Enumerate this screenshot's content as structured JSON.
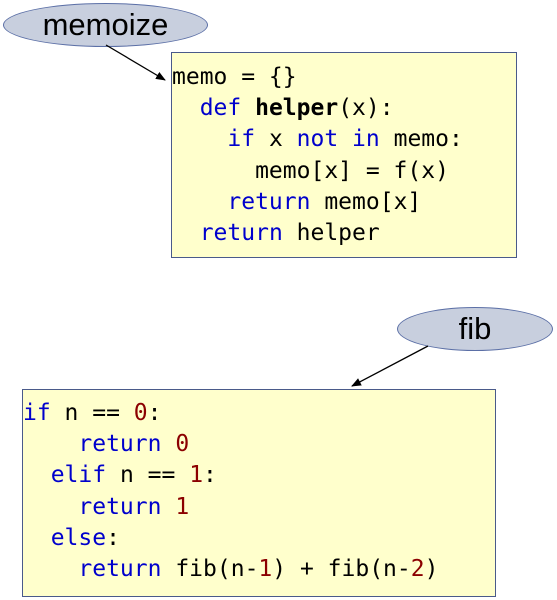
{
  "labels": {
    "memoize": "memoize",
    "fib": "fib"
  },
  "memoize_code": [
    [
      {
        "t": "memo = {}",
        "c": "plain"
      }
    ],
    [
      {
        "t": "  ",
        "c": "plain"
      },
      {
        "t": "def",
        "c": "kw"
      },
      {
        "t": " ",
        "c": "plain"
      },
      {
        "t": "helper",
        "c": "bold"
      },
      {
        "t": "(x):",
        "c": "plain"
      }
    ],
    [
      {
        "t": "    ",
        "c": "plain"
      },
      {
        "t": "if",
        "c": "kw"
      },
      {
        "t": " x ",
        "c": "plain"
      },
      {
        "t": "not",
        "c": "kw"
      },
      {
        "t": " ",
        "c": "plain"
      },
      {
        "t": "in",
        "c": "kw"
      },
      {
        "t": " memo:",
        "c": "plain"
      }
    ],
    [
      {
        "t": "      memo[x] = f(x)",
        "c": "plain"
      }
    ],
    [
      {
        "t": "    ",
        "c": "plain"
      },
      {
        "t": "return",
        "c": "kw"
      },
      {
        "t": " memo[x]",
        "c": "plain"
      }
    ],
    [
      {
        "t": "  ",
        "c": "plain"
      },
      {
        "t": "return",
        "c": "kw"
      },
      {
        "t": " helper",
        "c": "plain"
      }
    ]
  ],
  "fib_code": [
    [
      {
        "t": "if",
        "c": "kw"
      },
      {
        "t": " n == ",
        "c": "plain"
      },
      {
        "t": "0",
        "c": "num"
      },
      {
        "t": ":",
        "c": "plain"
      }
    ],
    [
      {
        "t": "    ",
        "c": "plain"
      },
      {
        "t": "return",
        "c": "kw"
      },
      {
        "t": " ",
        "c": "plain"
      },
      {
        "t": "0",
        "c": "num"
      }
    ],
    [
      {
        "t": "  ",
        "c": "plain"
      },
      {
        "t": "elif",
        "c": "kw"
      },
      {
        "t": " n == ",
        "c": "plain"
      },
      {
        "t": "1",
        "c": "num"
      },
      {
        "t": ":",
        "c": "plain"
      }
    ],
    [
      {
        "t": "    ",
        "c": "plain"
      },
      {
        "t": "return",
        "c": "kw"
      },
      {
        "t": " ",
        "c": "plain"
      },
      {
        "t": "1",
        "c": "num"
      }
    ],
    [
      {
        "t": "  ",
        "c": "plain"
      },
      {
        "t": "else",
        "c": "kw"
      },
      {
        "t": ":",
        "c": "plain"
      }
    ],
    [
      {
        "t": "    ",
        "c": "plain"
      },
      {
        "t": "return",
        "c": "kw"
      },
      {
        "t": " fib(n-",
        "c": "plain"
      },
      {
        "t": "1",
        "c": "num"
      },
      {
        "t": ") + fib(n-",
        "c": "plain"
      },
      {
        "t": "2",
        "c": "num"
      },
      {
        "t": ")",
        "c": "plain"
      }
    ]
  ],
  "colors": {
    "keyword": "#0000cc",
    "number": "#8b0000",
    "box_fill": "#ffffcc",
    "ellipse_fill": "#c8cfde"
  }
}
